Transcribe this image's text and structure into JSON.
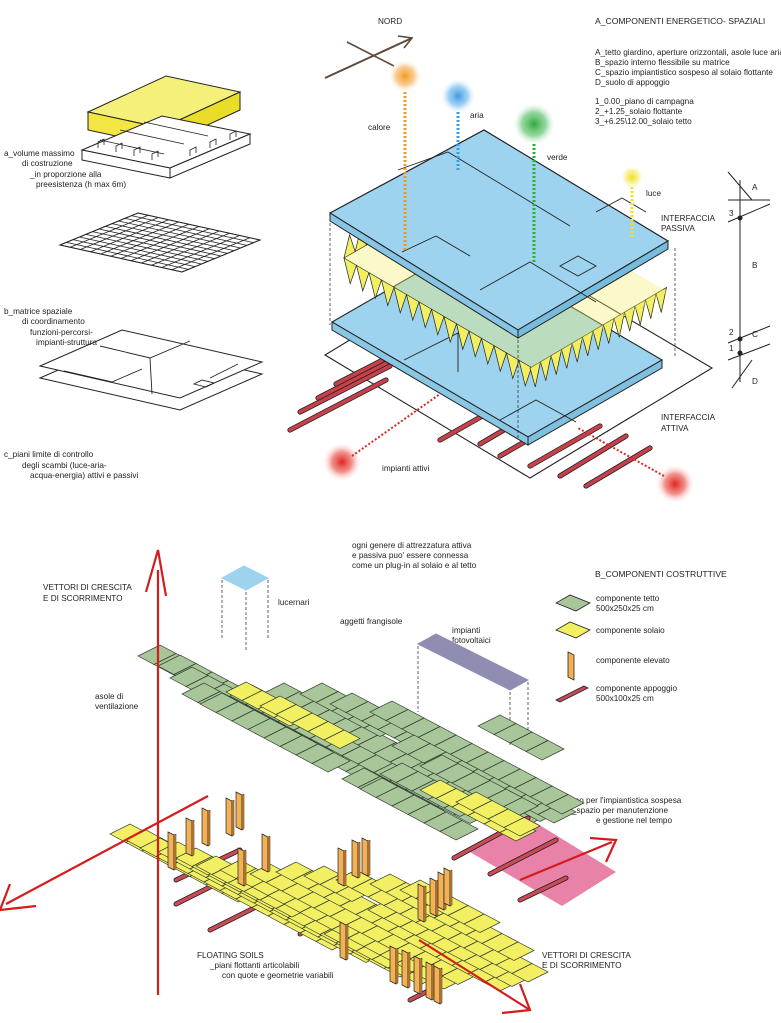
{
  "top": {
    "title": "A_COMPONENTI ENERGETICO- SPAZIALI",
    "north": "NORD",
    "legend_lines": [
      "A_tetto giardino, aperture orizzontali, asole luce aria",
      "B_spazio interno flessibile su matrice",
      "C_spazio impiantistico sospeso al solaio flottante",
      "D_suolo di appoggio"
    ],
    "levels": [
      "1_0.00_piano di campagna",
      "2_+1.25_solaio flottante",
      "3_+6.25\\12.00_solaio tetto"
    ],
    "flows": {
      "calore": "calore",
      "aria": "aria",
      "verde": "verde",
      "luce": "luce"
    },
    "interfaccia_passiva": [
      "INTERFACCIA",
      "PASSIVA"
    ],
    "interfaccia_attiva": [
      "INTERFACCIA",
      "ATTIVA"
    ],
    "impianti_attivi": "impianti attivi",
    "section_letters": [
      "A",
      "B",
      "C",
      "D"
    ],
    "section_numbers": [
      "3",
      "2",
      "1"
    ],
    "left_captions": {
      "a": [
        "a_volume massimo",
        "di costruzione",
        "_in proporzione alla",
        "preesistenza (h max 6m)"
      ],
      "b": [
        "b_matrice spaziale",
        "di coordinamento",
        "funzioni-percorsi-",
        "impianti-struttura"
      ],
      "c": [
        "c_piani limite di controllo",
        "degli scambi (luce-aria-",
        "acqua-energia) attivi e passivi"
      ]
    },
    "colors": {
      "roof": "#9dd3ef",
      "yellow": "#f3ef63",
      "red_beam": "#c8414a"
    }
  },
  "bottom": {
    "title": "B_COMPONENTI COSTRUTTIVE",
    "legend": [
      {
        "label": "componente tetto",
        "sub": "500x250x25 cm",
        "color": "#a8c69a"
      },
      {
        "label": "componente solaio",
        "sub": "",
        "color": "#f3ef63"
      },
      {
        "label": "componente elevato",
        "sub": "",
        "color": "#f2b155"
      },
      {
        "label": "componente appoggio",
        "sub": "500x100x25 cm",
        "color": "#cc4a55"
      }
    ],
    "note_top": [
      "ogni genere di attrezzatura attiva",
      "e passiva puo' essere connessa",
      "come un plug-in al solaio e al tetto"
    ],
    "lucernari": "lucernari",
    "aggetti": "aggetti frangisole",
    "impianti_fv": [
      "impianti",
      "fotovoltaici"
    ],
    "asole": [
      "asole di",
      "ventilazione"
    ],
    "vettori_1": [
      "VETTORI DI CRESCITA",
      "E DI SCORRIMENTO"
    ],
    "vettori_2": [
      "VETTORI DI CRESCITA",
      "E DI SCORRIMENTO"
    ],
    "vano": [
      "vano per l'impiantistica sospesa",
      "_spazio per manutenzione",
      "e gestione nel tempo"
    ],
    "floating": [
      "FLOATING SOILS",
      "_piani flottanti articolabili",
      "con quote e geometrie variabili"
    ]
  }
}
